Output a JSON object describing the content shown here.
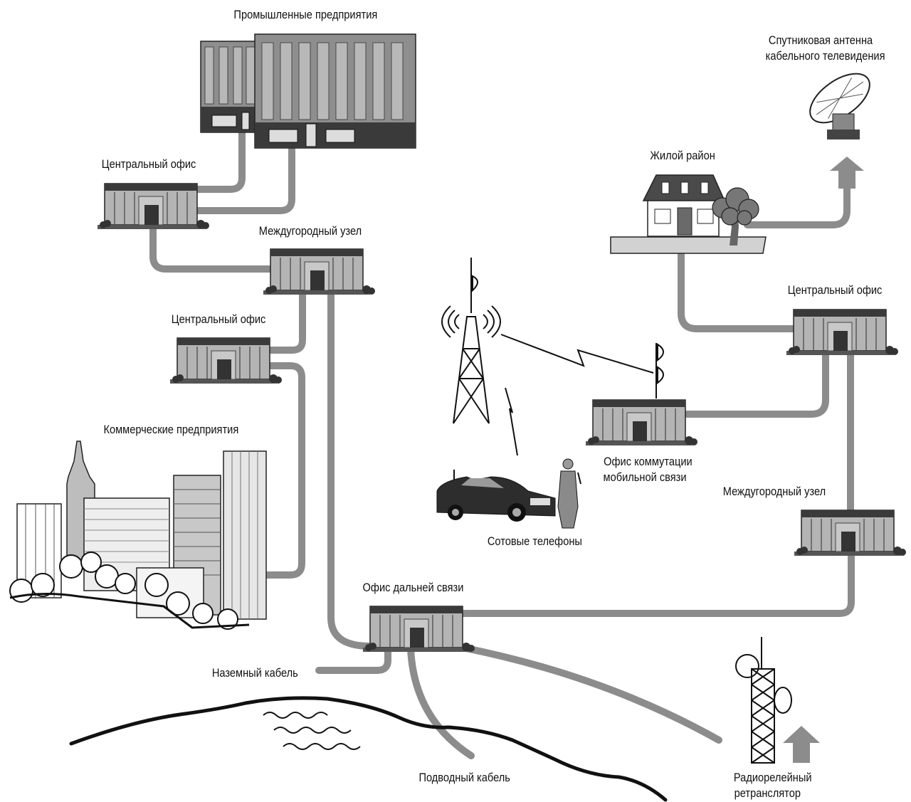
{
  "labels": {
    "industrial": "Промышленные предприятия",
    "satellite_line1": "Спутниковая антенна",
    "satellite_line2": "кабельного телевидения",
    "central_office_1": "Центральный офис",
    "residential": "Жилой район",
    "trunk_node_1": "Междугородный узел",
    "central_office_2": "Центральный офис",
    "central_office_3": "Центральный офис",
    "commercial": "Коммерческие предприятия",
    "mobile_switching_line1": "Офис коммутации",
    "mobile_switching_line2": "мобильной связи",
    "trunk_node_2": "Междугородный узел",
    "cell_phones": "Сотовые телефоны",
    "long_distance_office": "Офис дальней связи",
    "ground_cable": "Наземный кабель",
    "underwater_cable": "Подводный кабель",
    "relay_line1": "Радиорелейный",
    "relay_line2": "ретранслятор"
  },
  "colors": {
    "cable": "#8c8c8c",
    "building_wall": "#b4b4b4",
    "roof": "#3a3a3a",
    "door": "#333333",
    "ground": "#555555"
  }
}
